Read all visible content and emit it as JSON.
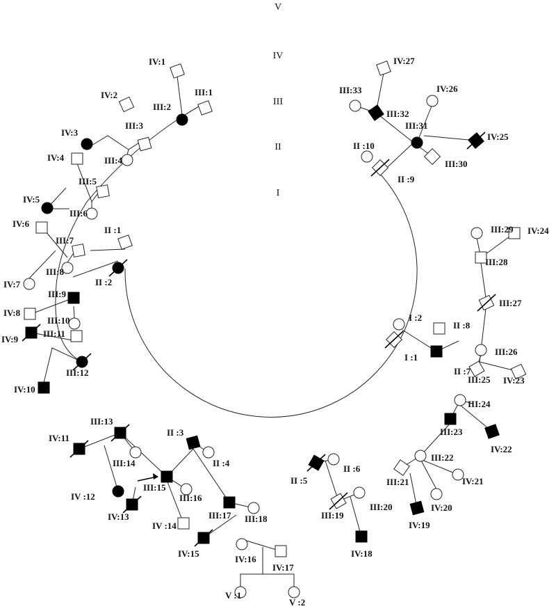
{
  "generations": [
    "V",
    "IV",
    "III",
    "II",
    "I"
  ],
  "individuals": [
    {
      "id": "I:2",
      "label": "I :2",
      "sex": "female",
      "affected": false,
      "deceased": false
    },
    {
      "id": "I:1",
      "label": "I :1",
      "sex": "male",
      "affected": false,
      "deceased": true
    },
    {
      "id": "II:8",
      "label": "II :8",
      "sex": "male",
      "affected": false,
      "deceased": false
    },
    {
      "id": "II:7",
      "label": "II :7",
      "sex": "male",
      "affected": true,
      "deceased": false
    },
    {
      "id": "II:1",
      "label": "II :1",
      "sex": "male",
      "affected": false,
      "deceased": false
    },
    {
      "id": "II:2",
      "label": "II :2",
      "sex": "female",
      "affected": true,
      "deceased": true
    },
    {
      "id": "II:3",
      "label": "II :3",
      "sex": "male",
      "affected": true,
      "deceased": false
    },
    {
      "id": "II:4",
      "label": "II :4",
      "sex": "female",
      "affected": false,
      "deceased": false
    },
    {
      "id": "II:5",
      "label": "II :5",
      "sex": "male",
      "affected": true,
      "deceased": true
    },
    {
      "id": "II:6",
      "label": "II :6",
      "sex": "female",
      "affected": false,
      "deceased": false
    },
    {
      "id": "II:9",
      "label": "II :9",
      "sex": "male",
      "affected": false,
      "deceased": true
    },
    {
      "id": "II:10",
      "label": "II :10",
      "sex": "female",
      "affected": false,
      "deceased": false
    },
    {
      "id": "III:1",
      "label": "III:1",
      "sex": "male",
      "affected": false,
      "deceased": false
    },
    {
      "id": "III:2",
      "label": "III:2",
      "sex": "female",
      "affected": true,
      "deceased": false
    },
    {
      "id": "III:3",
      "label": "III:3",
      "sex": "male",
      "affected": false,
      "deceased": false
    },
    {
      "id": "III:4",
      "label": "III:4",
      "sex": "female",
      "affected": false,
      "deceased": false
    },
    {
      "id": "III:5",
      "label": "III:5",
      "sex": "male",
      "affected": false,
      "deceased": false
    },
    {
      "id": "III:6",
      "label": "III:6",
      "sex": "female",
      "affected": false,
      "deceased": false
    },
    {
      "id": "III:7",
      "label": "III:7",
      "sex": "male",
      "affected": false,
      "deceased": false
    },
    {
      "id": "III:8",
      "label": "III:8",
      "sex": "female",
      "affected": false,
      "deceased": false
    },
    {
      "id": "III:9",
      "label": "III:9",
      "sex": "male",
      "affected": true,
      "deceased": false
    },
    {
      "id": "III:10",
      "label": "III:10",
      "sex": "female",
      "affected": false,
      "deceased": false
    },
    {
      "id": "III:11",
      "label": "III:11",
      "sex": "male",
      "affected": false,
      "deceased": false
    },
    {
      "id": "III:12",
      "label": "III:12",
      "sex": "female",
      "affected": true,
      "deceased": true
    },
    {
      "id": "III:13",
      "label": "III:13",
      "sex": "male",
      "affected": true,
      "deceased": true
    },
    {
      "id": "III:14",
      "label": "III:14",
      "sex": "female",
      "affected": false,
      "deceased": false
    },
    {
      "id": "III:15",
      "label": "III:15",
      "sex": "male",
      "affected": true,
      "deceased": false,
      "proband": true
    },
    {
      "id": "III:16",
      "label": "III:16",
      "sex": "female",
      "affected": false,
      "deceased": false
    },
    {
      "id": "III:17",
      "label": "III:17",
      "sex": "male",
      "affected": true,
      "deceased": false
    },
    {
      "id": "III:18",
      "label": "III:18",
      "sex": "female",
      "affected": false,
      "deceased": false
    },
    {
      "id": "III:19",
      "label": "III:19",
      "sex": "male",
      "affected": false,
      "deceased": true
    },
    {
      "id": "III:20",
      "label": "III:20",
      "sex": "female",
      "affected": false,
      "deceased": false
    },
    {
      "id": "III:21",
      "label": "III:21",
      "sex": "male",
      "affected": false,
      "deceased": false
    },
    {
      "id": "III:22",
      "label": "III:22",
      "sex": "female",
      "affected": false,
      "deceased": false
    },
    {
      "id": "III:23",
      "label": "III:23",
      "sex": "male",
      "affected": true,
      "deceased": false
    },
    {
      "id": "III:24",
      "label": "III:24",
      "sex": "female",
      "affected": false,
      "deceased": false
    },
    {
      "id": "III:25",
      "label": "III:25",
      "sex": "male",
      "affected": false,
      "deceased": false
    },
    {
      "id": "III:26",
      "label": "III:26",
      "sex": "female",
      "affected": false,
      "deceased": false
    },
    {
      "id": "III:27",
      "label": "III:27",
      "sex": "male",
      "affected": false,
      "deceased": true
    },
    {
      "id": "III:28",
      "label": "III:28",
      "sex": "male",
      "affected": false,
      "deceased": false
    },
    {
      "id": "III:29",
      "label": "III:29",
      "sex": "female",
      "affected": false,
      "deceased": false
    },
    {
      "id": "III:30",
      "label": "III:30",
      "sex": "male",
      "affected": false,
      "deceased": false
    },
    {
      "id": "III:31",
      "label": "III:31",
      "sex": "female",
      "affected": true,
      "deceased": false
    },
    {
      "id": "III:32",
      "label": "III:32",
      "sex": "male",
      "affected": true,
      "deceased": false
    },
    {
      "id": "III:33",
      "label": "III:33",
      "sex": "female",
      "affected": false,
      "deceased": false
    },
    {
      "id": "IV:1",
      "label": "IV:1",
      "sex": "male",
      "affected": false,
      "deceased": false
    },
    {
      "id": "IV:2",
      "label": "IV:2",
      "sex": "male",
      "affected": false,
      "deceased": false
    },
    {
      "id": "IV:3",
      "label": "IV:3",
      "sex": "female",
      "affected": true,
      "deceased": false
    },
    {
      "id": "IV:4",
      "label": "IV:4",
      "sex": "male",
      "affected": false,
      "deceased": false
    },
    {
      "id": "IV:5",
      "label": "IV:5",
      "sex": "female",
      "affected": true,
      "deceased": false
    },
    {
      "id": "IV:6",
      "label": "IV:6",
      "sex": "male",
      "affected": false,
      "deceased": false
    },
    {
      "id": "IV:7",
      "label": "IV:7",
      "sex": "female",
      "affected": false,
      "deceased": false
    },
    {
      "id": "IV:8",
      "label": "IV:8",
      "sex": "male",
      "affected": false,
      "deceased": false
    },
    {
      "id": "IV:9",
      "label": "IV:9",
      "sex": "male",
      "affected": true,
      "deceased": true
    },
    {
      "id": "IV:10",
      "label": "IV:10",
      "sex": "male",
      "affected": true,
      "deceased": false
    },
    {
      "id": "IV:11",
      "label": "IV:11",
      "sex": "male",
      "affected": true,
      "deceased": true
    },
    {
      "id": "IV:12",
      "label": "IV  :12",
      "sex": "female",
      "affected": true,
      "deceased": false
    },
    {
      "id": "IV:13",
      "label": "IV:13",
      "sex": "male",
      "affected": true,
      "deceased": true
    },
    {
      "id": "IV:14",
      "label": "IV :14",
      "sex": "male",
      "affected": false,
      "deceased": false
    },
    {
      "id": "IV:15",
      "label": "IV:15",
      "sex": "male",
      "affected": true,
      "deceased": true
    },
    {
      "id": "IV:16",
      "label": "IV:16",
      "sex": "female",
      "affected": false,
      "deceased": false
    },
    {
      "id": "IV:17",
      "label": "IV:17",
      "sex": "male",
      "affected": false,
      "deceased": false
    },
    {
      "id": "IV:18",
      "label": "IV:18",
      "sex": "male",
      "affected": true,
      "deceased": false
    },
    {
      "id": "IV:19",
      "label": "IV:19",
      "sex": "male",
      "affected": true,
      "deceased": false
    },
    {
      "id": "IV:20",
      "label": "IV:20",
      "sex": "female",
      "affected": false,
      "deceased": false
    },
    {
      "id": "IV:21",
      "label": "IV:21",
      "sex": "female",
      "affected": false,
      "deceased": false
    },
    {
      "id": "IV:22",
      "label": "IV:22",
      "sex": "male",
      "affected": true,
      "deceased": false
    },
    {
      "id": "IV:23",
      "label": "IV:23",
      "sex": "male",
      "affected": false,
      "deceased": false
    },
    {
      "id": "IV:24",
      "label": "IV:24",
      "sex": "male",
      "affected": false,
      "deceased": false
    },
    {
      "id": "IV:25",
      "label": "IV:25",
      "sex": "male",
      "affected": true,
      "deceased": true
    },
    {
      "id": "IV:26",
      "label": "IV:26",
      "sex": "female",
      "affected": false,
      "deceased": false
    },
    {
      "id": "IV:27",
      "label": "IV:27",
      "sex": "male",
      "affected": false,
      "deceased": false
    },
    {
      "id": "V:1",
      "label": "V :1",
      "sex": "female",
      "affected": false,
      "deceased": false
    },
    {
      "id": "V:2",
      "label": "V :2",
      "sex": "female",
      "affected": false,
      "deceased": false
    }
  ],
  "colors": {
    "affected": "#000000",
    "unaffected": "#ffffff",
    "line": "#222222"
  }
}
